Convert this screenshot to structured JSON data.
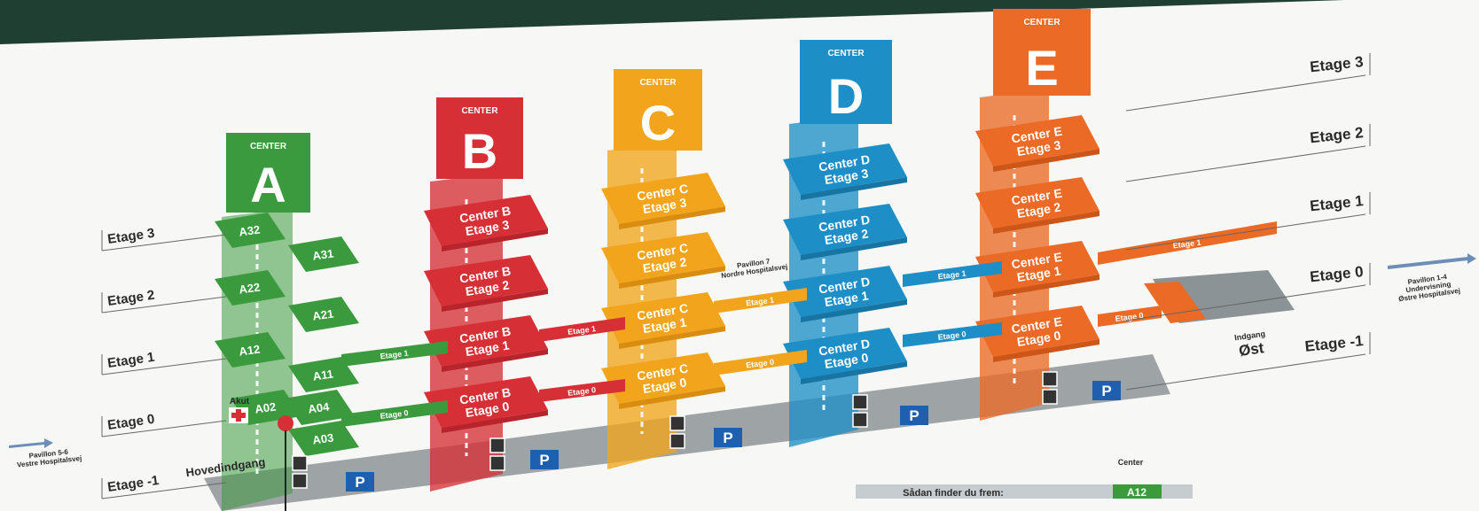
{
  "header": {
    "center_word": "CENTER"
  },
  "centers": [
    {
      "letter": "A",
      "color": "#3c9a3e"
    },
    {
      "letter": "B",
      "color": "#d62f36"
    },
    {
      "letter": "C",
      "color": "#f2a51c"
    },
    {
      "letter": "D",
      "color": "#1e8fc6"
    },
    {
      "letter": "E",
      "color": "#ea6a26"
    }
  ],
  "floors_left": [
    "Etage 3",
    "Etage 2",
    "Etage 1",
    "Etage 0",
    "Etage -1"
  ],
  "floors_right": [
    "Etage 3",
    "Etage 2",
    "Etage 1",
    "Etage 0",
    "Etage -1"
  ],
  "wings_a": [
    "A32",
    "A31",
    "A22",
    "A21",
    "A12",
    "A11",
    "A02",
    "A04",
    "A03"
  ],
  "center_floors": {
    "B": [
      "Center B\nEtage 3",
      "Center B\nEtage 2",
      "Center B\nEtage 1",
      "Center B\nEtage 0"
    ],
    "C": [
      "Center C\nEtage 3",
      "Center C\nEtage 2",
      "Center C\nEtage 1",
      "Center C\nEtage 0"
    ],
    "D": [
      "Center D\nEtage 3",
      "Center D\nEtage 2",
      "Center D\nEtage 1",
      "Center D\nEtage 0"
    ],
    "E": [
      "Center E\nEtage 3",
      "Center E\nEtage 2",
      "Center E\nEtage 1",
      "Center E\nEtage 0"
    ]
  },
  "corridors": {
    "etage1": "Etage 1",
    "etage0": "Etage 0"
  },
  "labels": {
    "akut": "Akut",
    "hovedindgang": "Hovedindgang",
    "pavillon_left": "Pavillon 5-6\nVestre Hospitalsvej",
    "pavillon_7": "Pavillon 7\nNordre Hospitalsvej",
    "pavillon_right": "Pavillon 1-4\nUndervisning\nØstre Hospitalsvej",
    "indgang": "Indgang",
    "ost": "Øst",
    "sadan": "Sådan finder du frem:",
    "legend_center": "Center",
    "legend_code": "A12",
    "parking": "P"
  }
}
